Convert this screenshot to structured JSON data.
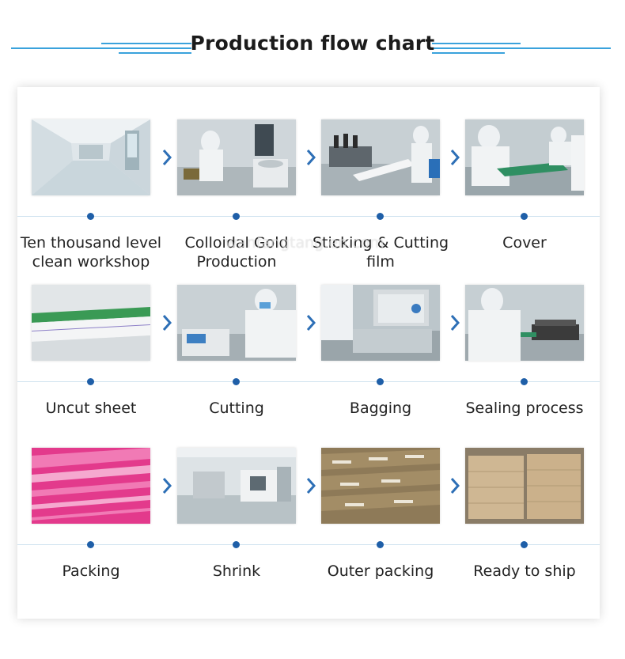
{
  "header": {
    "title": "Production flow chart"
  },
  "watermark": "wanfangtang.en.com",
  "colors": {
    "accent": "#3aa2dc",
    "dot": "#1f5fa8",
    "arrow": "#2d6fb6"
  },
  "rows": [
    {
      "steps": [
        {
          "label": "Ten thousand level clean workshop",
          "photo": "clean-workshop-photo"
        },
        {
          "label": "Colloidal Gold Production",
          "photo": "colloidal-gold-photo"
        },
        {
          "label": "Sticking & Cutting film",
          "photo": "sticking-cutting-photo"
        },
        {
          "label": "Cover",
          "photo": "cover-photo"
        }
      ]
    },
    {
      "steps": [
        {
          "label": "Uncut sheet",
          "photo": "uncut-sheet-photo"
        },
        {
          "label": "Cutting",
          "photo": "cutting-photo"
        },
        {
          "label": "Bagging",
          "photo": "bagging-photo"
        },
        {
          "label": "Sealing process",
          "photo": "sealing-photo"
        }
      ]
    },
    {
      "steps": [
        {
          "label": "Packing",
          "photo": "packing-photo"
        },
        {
          "label": "Shrink",
          "photo": "shrink-photo"
        },
        {
          "label": "Outer packing",
          "photo": "outer-packing-photo"
        },
        {
          "label": "Ready to ship",
          "photo": "ready-to-ship-photo"
        }
      ]
    }
  ]
}
